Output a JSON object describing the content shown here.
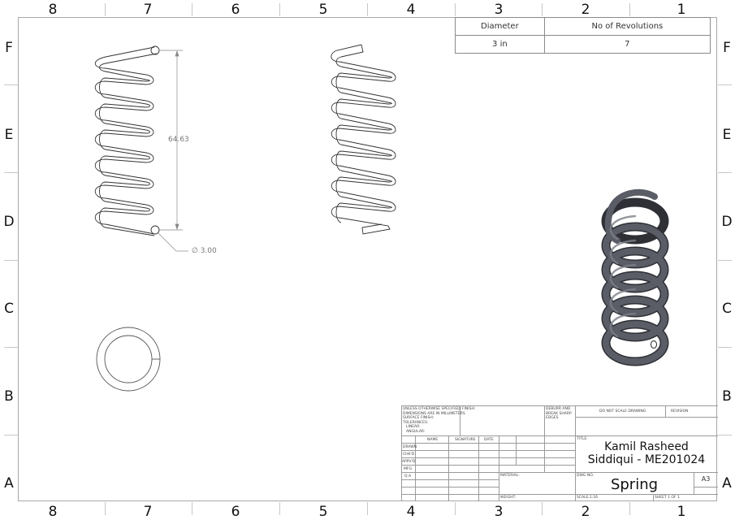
{
  "sheet": {
    "zones_horizontal": [
      "8",
      "7",
      "6",
      "5",
      "4",
      "3",
      "2",
      "1"
    ],
    "zones_vertical": [
      "F",
      "E",
      "D",
      "C",
      "B",
      "A"
    ]
  },
  "parameter_table": {
    "headers": [
      "Diameter",
      "No of Revolutions"
    ],
    "values": [
      "3 in",
      "7"
    ]
  },
  "views": {
    "front_view": {
      "height_dimension": "64.63",
      "wire_diameter_dimension": "∅ 3.00"
    },
    "side_view": {},
    "top_view": {},
    "isometric_view": {
      "color": "#55585f"
    }
  },
  "title_block": {
    "general_notes": [
      "UNLESS OTHERWISE SPECIFIED:",
      "DIMENSIONS ARE IN MILLIMETERS",
      "SURFACE FINISH:",
      "TOLERANCES:",
      "   LINEAR:",
      "   ANGULAR:"
    ],
    "finish_label": "FINISH:",
    "deburr_note": [
      "DEBURR AND",
      "BREAK SHARP",
      "EDGES"
    ],
    "do_not_scale": "DO NOT SCALE DRAWING",
    "revision_label": "REVISION",
    "column_headers": [
      "NAME",
      "SIGNATURE",
      "DATE"
    ],
    "row_labels": [
      "DRAWN",
      "CHK'D",
      "APPV'D",
      "MFG",
      "Q.A"
    ],
    "material_label": "MATERIAL:",
    "weight_label": "WEIGHT:",
    "title_label": "TITLE:",
    "title_line1": "Kamil Rasheed",
    "title_line2": "Siddiqui - ME201024",
    "dwg_no_label": "DWG NO.",
    "dwg_no": "Spring",
    "size": "A3",
    "scale": "SCALE:1:16",
    "sheet": "SHEET 1 OF 1"
  }
}
